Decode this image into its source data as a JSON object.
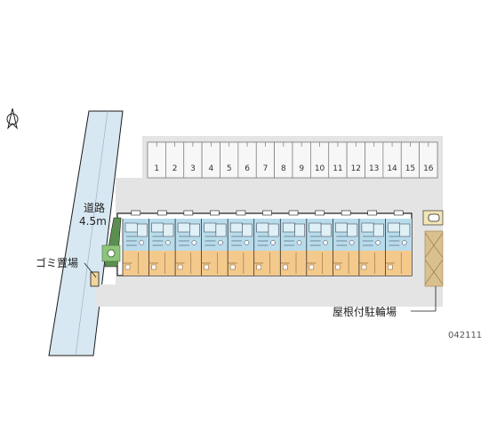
{
  "labels": {
    "road_name": "道路",
    "road_width": "4.5m",
    "garbage": "ゴミ置場",
    "bicycle": "屋根付駐輪場",
    "code": "042111"
  },
  "parking_spaces": [
    "1",
    "2",
    "3",
    "4",
    "5",
    "6",
    "7",
    "8",
    "9",
    "10",
    "11",
    "12",
    "13",
    "14",
    "15",
    "16"
  ],
  "unit_count": 11,
  "icons": {
    "compass": "north-arrow-icon",
    "symbol": "symbol-icon"
  },
  "colors": {
    "road": "#d8e8f2",
    "ground": "#e4e4e4",
    "building_upper": "#b8dceb",
    "building_lower": "#f4c98c",
    "bicycle_hatch": "#d9c08f",
    "garden": "#3a7a3a",
    "border": "#1a1a1a"
  }
}
